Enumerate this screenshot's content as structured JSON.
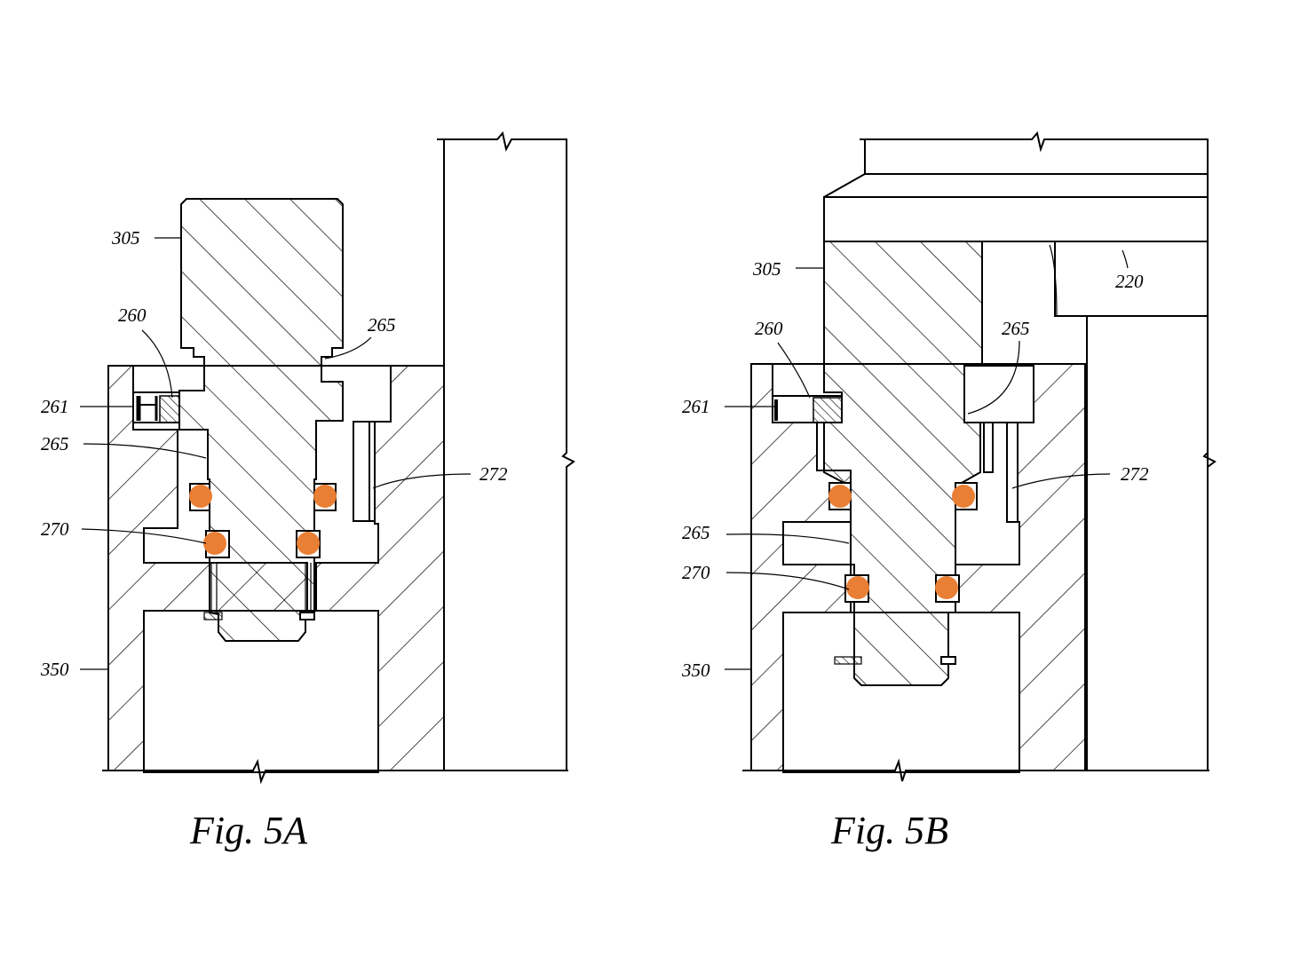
{
  "figures": [
    {
      "id": "fig-5a",
      "caption": "Fig.  5A",
      "labels": {
        "305": "305",
        "260": "260",
        "265_top": "265",
        "261": "261",
        "265_left": "265",
        "272": "272",
        "270": "270",
        "350": "350"
      }
    },
    {
      "id": "fig-5b",
      "caption": "Fig.  5B",
      "labels": {
        "305": "305",
        "220": "220",
        "260": "260",
        "265_top": "265",
        "261": "261",
        "272": "272",
        "265_left": "265",
        "270": "270",
        "350": "350"
      }
    }
  ],
  "colors": {
    "seal_highlight": "#E87F35",
    "line": "#000000",
    "background": "#FFFFFF"
  }
}
